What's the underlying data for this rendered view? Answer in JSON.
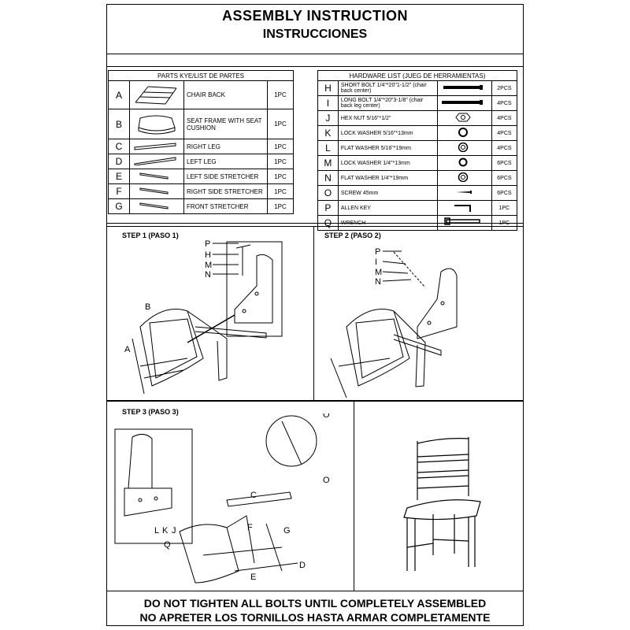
{
  "title": "ASSEMBLY INSTRUCTION",
  "subtitle": "INSTRUCCIONES",
  "parts_header": "PARTS KYE/LIST DE PARTES",
  "parts": [
    {
      "letter": "A",
      "name": "CHAIR BACK",
      "qty": "1PC"
    },
    {
      "letter": "B",
      "name": "SEAT FRAME WITH SEAT CUSHION",
      "qty": "1PC"
    },
    {
      "letter": "C",
      "name": "RIGHT LEG",
      "qty": "1PC"
    },
    {
      "letter": "D",
      "name": "LEFT LEG",
      "qty": "1PC"
    },
    {
      "letter": "E",
      "name": "LEFT SIDE STRETCHER",
      "qty": "1PC"
    },
    {
      "letter": "F",
      "name": "RIGHT SIDE STRETCHER",
      "qty": "1PC"
    },
    {
      "letter": "G",
      "name": "FRONT STRETCHER",
      "qty": "1PC"
    }
  ],
  "hardware_header": "HARDWARE LIST (JUEG DE HERRAMIENTAS)",
  "hardware": [
    {
      "letter": "H",
      "name": "SHORT BOLT 1/4\"*20\"1-1/2\" (chair back center)",
      "qty": "2PCS"
    },
    {
      "letter": "I",
      "name": "LONG BOLT 1/4\"*20\"3-1/8\" (chair back leg center)",
      "qty": "4PCS"
    },
    {
      "letter": "J",
      "name": "HEX NUT 5/16\"*1/2\"",
      "qty": "4PCS"
    },
    {
      "letter": "K",
      "name": "LOCK WASHER 5/16\"*13mm",
      "qty": "4PCS"
    },
    {
      "letter": "L",
      "name": "FLAT WASHER 5/16\"*19mm",
      "qty": "4PCS"
    },
    {
      "letter": "M",
      "name": "LOCK WASHER 1/4\"*13mm",
      "qty": "6PCS"
    },
    {
      "letter": "N",
      "name": "FLAT WASHER 1/4\"*19mm",
      "qty": "6PCS"
    },
    {
      "letter": "O",
      "name": "SCREW 45mm",
      "qty": "6PCS"
    },
    {
      "letter": "P",
      "name": "ALLEN KEY",
      "qty": "1PC"
    },
    {
      "letter": "Q",
      "name": "WRENCH",
      "qty": "1PC"
    }
  ],
  "steps": {
    "step1": "STEP 1 (PASO 1)",
    "step2": "STEP 2 (PASO 2)",
    "step3": "STEP 3 (PASO 3)"
  },
  "labels": {
    "P": "P",
    "H": "H",
    "M": "M",
    "N": "N",
    "I": "I",
    "A": "A",
    "B": "B",
    "C": "C",
    "D": "D",
    "E": "E",
    "F": "F",
    "G": "G",
    "O": "O",
    "L": "L",
    "K": "K",
    "J": "J",
    "Q": "Q"
  },
  "warning_en": "DO NOT TIGHTEN ALL BOLTS UNTIL COMPLETELY ASSEMBLED",
  "warning_es": "NO APRETER LOS TORNILLOS HASTA ARMAR COMPLETAMENTE"
}
